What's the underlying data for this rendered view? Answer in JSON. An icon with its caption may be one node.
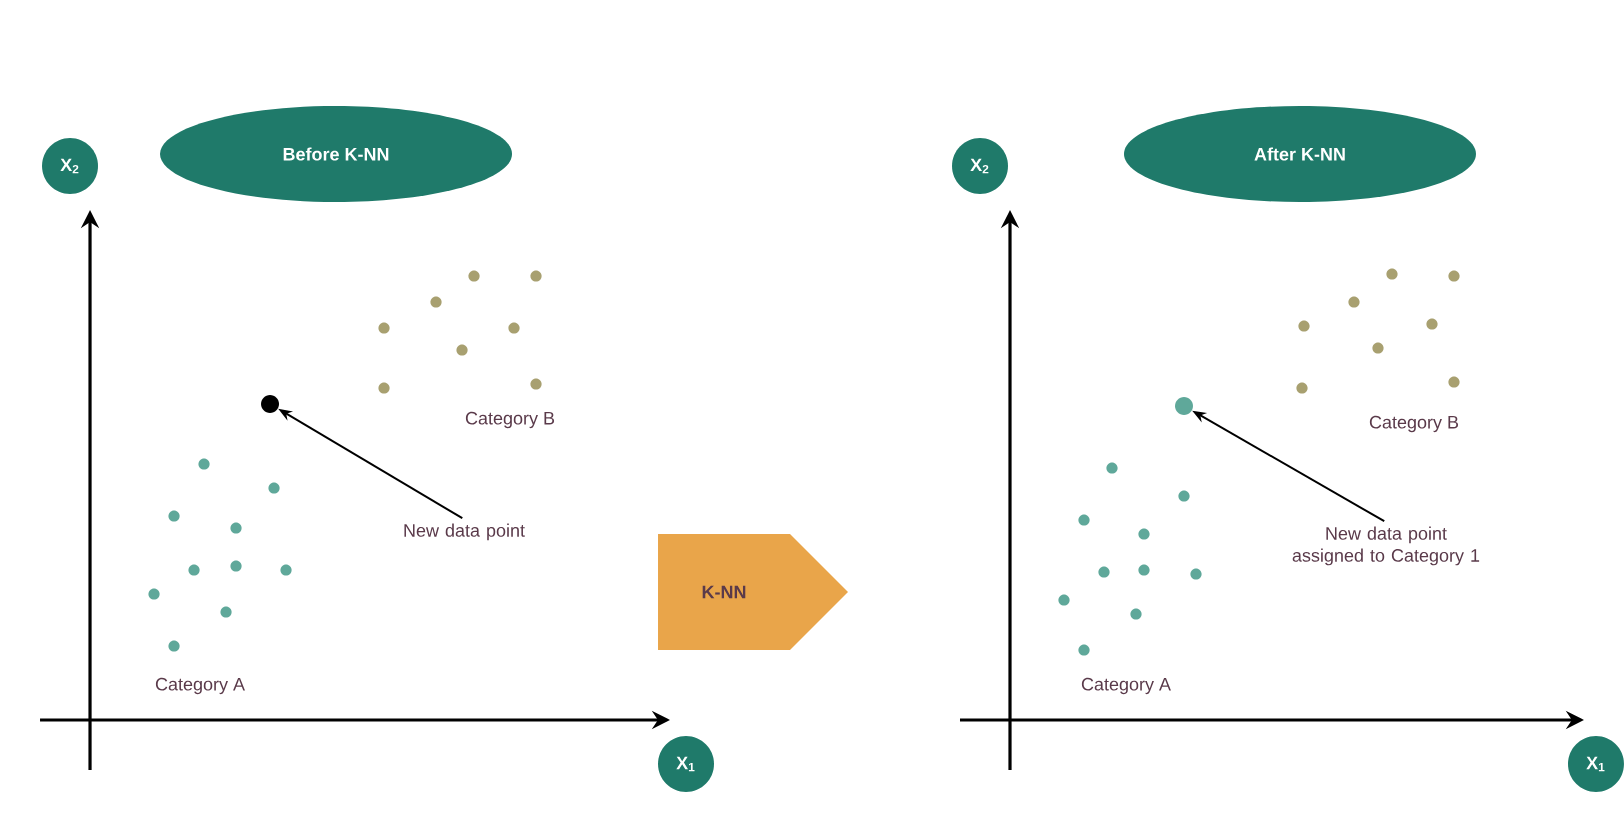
{
  "diagram": {
    "nodes": [
      {
        "text": [
          "X$_{2}$"
        ]
      },
      {
        "text": [
          "Before K-NN"
        ]
      },
      {
        "text": [],
        "shape": "circle"
      },
      {
        "text": [
          "New data point"
        ]
      },
      {
        "text": [
          "X$_{1}$"
        ]
      },
      {
        "text": [
          "K-NN"
        ]
      },
      {
        "text": [
          "X$_{2}$"
        ]
      },
      {
        "text": [
          "After K-NN"
        ]
      },
      {
        "text": [],
        "shape": "circle"
      },
      {
        "text": [
          "New data point assigned to Category 1"
        ]
      },
      {
        "text": [
          "X$_{1}$"
        ]
      }
    ],
    "edges": [
      {
        "from": 3,
        "to": 2,
        "arrow": "to"
      },
      {
        "from": 9,
        "to": 8,
        "arrow": "to"
      }
    ],
    "labels": [
      "Category B",
      "Category A",
      "Category B",
      "Category A"
    ]
  }
}
